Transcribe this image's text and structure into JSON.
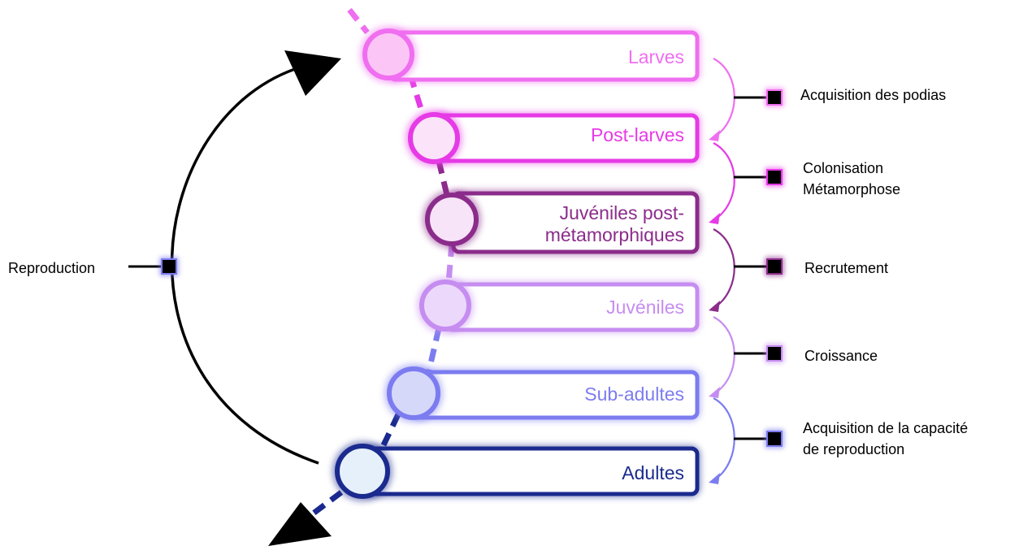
{
  "stages": [
    {
      "label": "Larves",
      "color": "#f06ef0",
      "fill": "#fbc6f6"
    },
    {
      "label": "Post-larves",
      "color": "#e63ae6",
      "fill": "#fbe4fa"
    },
    {
      "label": "Juvéniles post-métamorphiques",
      "line1": "Juvéniles post-",
      "line2": "métamorphiques",
      "color": "#8b2c8b",
      "fill": "#f8e4f8"
    },
    {
      "label": "Juvéniles",
      "color": "#c68df0",
      "fill": "#ecd8fb"
    },
    {
      "label": "Sub-adultes",
      "color": "#7c7cf0",
      "fill": "#d6d8fa"
    },
    {
      "label": "Adultes",
      "color": "#1a2a8e",
      "fill": "#e6f0fb"
    }
  ],
  "transitions": [
    {
      "line1": "Acquisition des podias",
      "line2": "",
      "color": "#f06ef0"
    },
    {
      "line1": "Colonisation",
      "line2": "Métamorphose",
      "color": "#e63ae6"
    },
    {
      "line1": "Recrutement",
      "line2": "",
      "color": "#8b2c8b"
    },
    {
      "line1": "Croissance",
      "line2": "",
      "color": "#c68df0"
    },
    {
      "line1": "Acquisition de la capacité",
      "line2": "de reproduction",
      "color": "#7c7cf0"
    }
  ],
  "reproduction": {
    "label": "Reproduction",
    "color": "#7c7cf0"
  }
}
